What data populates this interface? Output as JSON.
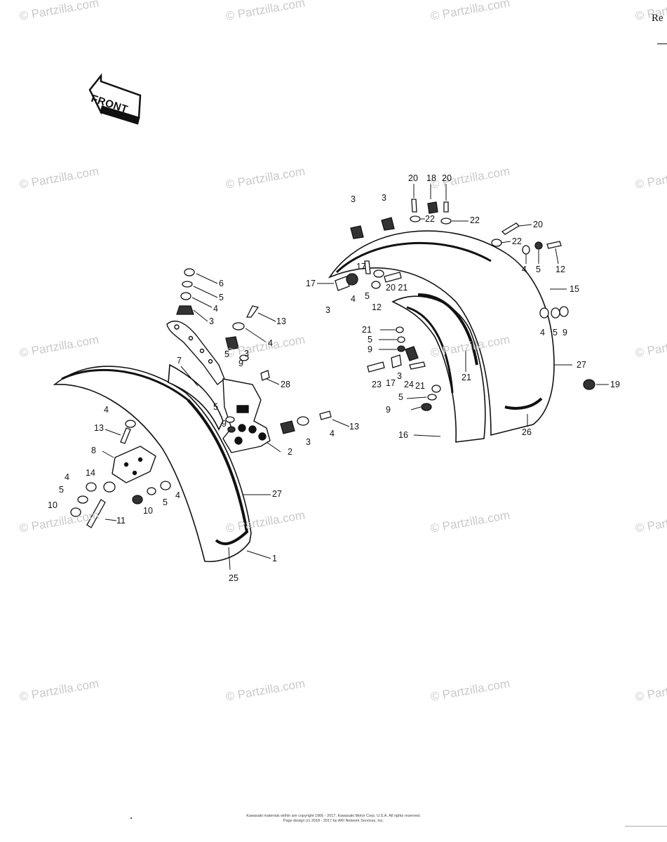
{
  "header": {
    "corner_text": "Re"
  },
  "front_arrow": {
    "label": "FRONT"
  },
  "watermark": {
    "text": "© Partzilla.com"
  },
  "callouts": [
    {
      "id": "c-6-top",
      "text": "6"
    },
    {
      "id": "c-5-top",
      "text": "5"
    },
    {
      "id": "c-4-top",
      "text": "4"
    },
    {
      "id": "c-3-top",
      "text": "3"
    },
    {
      "id": "c-13-a",
      "text": "13"
    },
    {
      "id": "c-4-b",
      "text": "4"
    },
    {
      "id": "c-5-b",
      "text": "5"
    },
    {
      "id": "c-3-b",
      "text": "3"
    },
    {
      "id": "c-9-b",
      "text": "9"
    },
    {
      "id": "c-7",
      "text": "7"
    },
    {
      "id": "c-28",
      "text": "28"
    },
    {
      "id": "c-5-c",
      "text": "5"
    },
    {
      "id": "c-9-c",
      "text": "9"
    },
    {
      "id": "c-13-b",
      "text": "13"
    },
    {
      "id": "c-4-c",
      "text": "4"
    },
    {
      "id": "c-3-c",
      "text": "3"
    },
    {
      "id": "c-2",
      "text": "2"
    },
    {
      "id": "c-4-d",
      "text": "4"
    },
    {
      "id": "c-13-c",
      "text": "13"
    },
    {
      "id": "c-8",
      "text": "8"
    },
    {
      "id": "c-4-e",
      "text": "4"
    },
    {
      "id": "c-14",
      "text": "14"
    },
    {
      "id": "c-5-e",
      "text": "5"
    },
    {
      "id": "c-10-e",
      "text": "10"
    },
    {
      "id": "c-11",
      "text": "11"
    },
    {
      "id": "c-10-f",
      "text": "10"
    },
    {
      "id": "c-5-f",
      "text": "5"
    },
    {
      "id": "c-4-f",
      "text": "4"
    },
    {
      "id": "c-27-a",
      "text": "27"
    },
    {
      "id": "c-1",
      "text": "1"
    },
    {
      "id": "c-25",
      "text": "25"
    },
    {
      "id": "c-3-r1",
      "text": "3"
    },
    {
      "id": "c-3-r2",
      "text": "3"
    },
    {
      "id": "c-20-a",
      "text": "20"
    },
    {
      "id": "c-18",
      "text": "18"
    },
    {
      "id": "c-20-b",
      "text": "20"
    },
    {
      "id": "c-22-a",
      "text": "22"
    },
    {
      "id": "c-22-b",
      "text": "22"
    },
    {
      "id": "c-20-c",
      "text": "20"
    },
    {
      "id": "c-22-c",
      "text": "22"
    },
    {
      "id": "c-4-r",
      "text": "4"
    },
    {
      "id": "c-5-r",
      "text": "5"
    },
    {
      "id": "c-12-r",
      "text": "12"
    },
    {
      "id": "c-15",
      "text": "15"
    },
    {
      "id": "c-17-a",
      "text": "17"
    },
    {
      "id": "c-17-b",
      "text": "17"
    },
    {
      "id": "c-3-r3",
      "text": "3"
    },
    {
      "id": "c-4-r2",
      "text": "4"
    },
    {
      "id": "c-5-r2",
      "text": "5"
    },
    {
      "id": "c-20-21",
      "text": "20 21"
    },
    {
      "id": "c-12-r2",
      "text": "12"
    },
    {
      "id": "c-4-r3",
      "text": "4"
    },
    {
      "id": "c-5-r3",
      "text": "5"
    },
    {
      "id": "c-9-r3",
      "text": "9"
    },
    {
      "id": "c-21-a",
      "text": "21"
    },
    {
      "id": "c-5-r4",
      "text": "5"
    },
    {
      "id": "c-9-r4",
      "text": "9"
    },
    {
      "id": "c-21-b",
      "text": "21"
    },
    {
      "id": "c-27-b",
      "text": "27"
    },
    {
      "id": "c-19",
      "text": "19"
    },
    {
      "id": "c-23",
      "text": "23"
    },
    {
      "id": "c-17-c",
      "text": "17"
    },
    {
      "id": "c-3-r5",
      "text": "3"
    },
    {
      "id": "c-24",
      "text": "24"
    },
    {
      "id": "c-21-c",
      "text": "21"
    },
    {
      "id": "c-5-r5",
      "text": "5"
    },
    {
      "id": "c-9-r5",
      "text": "9"
    },
    {
      "id": "c-16",
      "text": "16"
    },
    {
      "id": "c-26",
      "text": "26"
    }
  ],
  "footer": {
    "line1": "Kawasaki materials within are copyright 1966 - 2017, Kawasaki Motor Corp. U.S.A.  All rights reserved.",
    "line2": "Page design (c) 2018 - 2017 by ARI Network Services, Inc."
  }
}
